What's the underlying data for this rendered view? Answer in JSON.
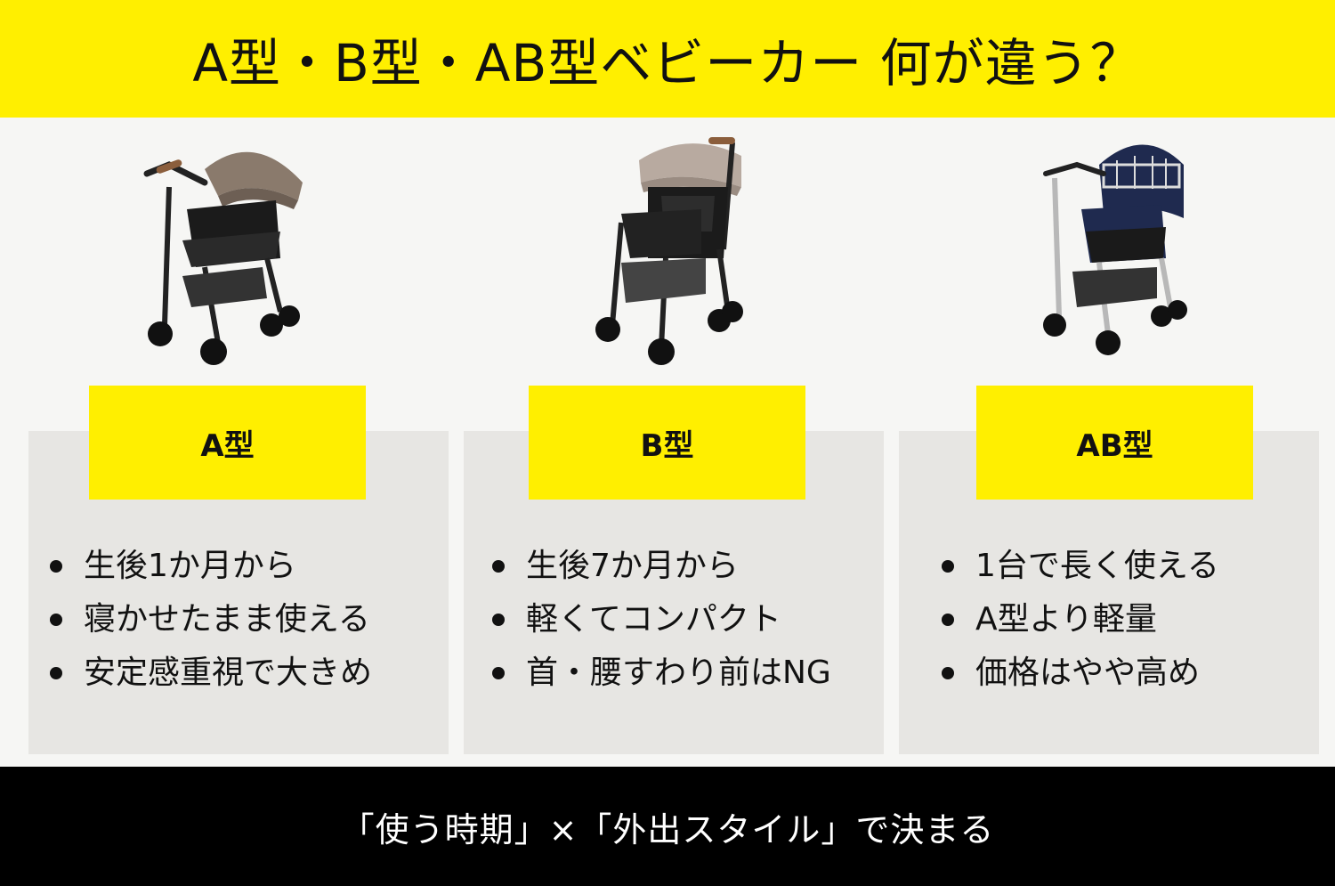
{
  "header": {
    "title": "A型・B型・AB型ベビーカー 何が違う？"
  },
  "columns": [
    {
      "type_label": "A型",
      "image_icon": "stroller-a-type-icon",
      "canopy_color": "#8a7a6c",
      "features": [
        "生後1か月から",
        "寝かせたまま使える",
        "安定感重視で大きめ"
      ]
    },
    {
      "type_label": "B型",
      "image_icon": "stroller-b-type-icon",
      "canopy_color": "#b8aaa0",
      "features": [
        "生後7か月から",
        "軽くてコンパクト",
        "首・腰すわり前はNG"
      ]
    },
    {
      "type_label": "AB型",
      "image_icon": "stroller-ab-type-icon",
      "canopy_color": "#1f2a4f",
      "features": [
        "1台で長く使える",
        "A型より軽量",
        "価格はやや高め"
      ]
    }
  ],
  "footer": {
    "summary": "「使う時期」×「外出スタイル」で決まる"
  },
  "colors": {
    "accent_yellow": "#FFEF00",
    "card_gray": "#e7e6e3",
    "background": "#f6f6f4",
    "footer_black": "#000000"
  }
}
